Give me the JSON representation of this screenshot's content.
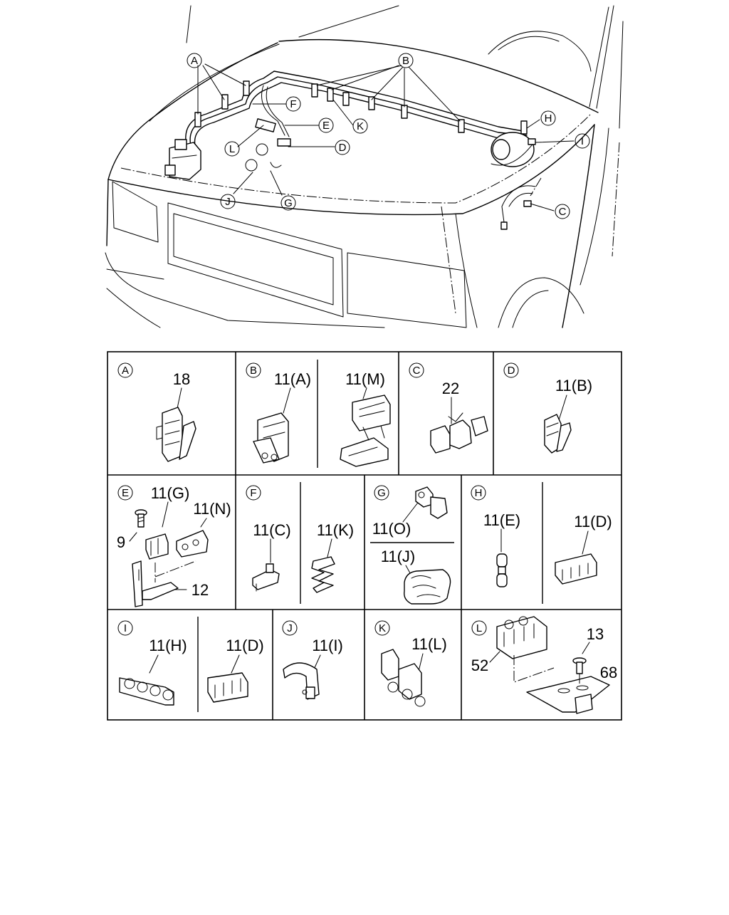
{
  "callouts": {
    "A": "A",
    "B": "B",
    "C": "C",
    "D": "D",
    "E": "E",
    "F": "F",
    "G": "G",
    "H": "H",
    "I": "I",
    "J": "J",
    "K": "K",
    "L": "L"
  },
  "panels": {
    "A": {
      "letter": "A",
      "parts": [
        "18"
      ]
    },
    "B": {
      "letter": "B",
      "parts": [
        "11(A)",
        "11(M)"
      ]
    },
    "C": {
      "letter": "C",
      "parts": [
        "22"
      ]
    },
    "D": {
      "letter": "D",
      "parts": [
        "11(B)"
      ]
    },
    "E": {
      "letter": "E",
      "parts": [
        "11(G)",
        "11(N)",
        "9",
        "12"
      ]
    },
    "F": {
      "letter": "F",
      "parts": [
        "11(C)",
        "11(K)"
      ]
    },
    "G": {
      "letter": "G",
      "parts": [
        "11(O)",
        "11(J)"
      ]
    },
    "H": {
      "letter": "H",
      "parts": [
        "11(E)",
        "11(D)"
      ]
    },
    "I": {
      "letter": "I",
      "parts": [
        "11(H)",
        "11(D)"
      ]
    },
    "J": {
      "letter": "J",
      "parts": [
        "11(I)"
      ]
    },
    "K": {
      "letter": "K",
      "parts": [
        "11(L)"
      ]
    },
    "L": {
      "letter": "L",
      "parts": [
        "52",
        "13",
        "68"
      ]
    }
  }
}
